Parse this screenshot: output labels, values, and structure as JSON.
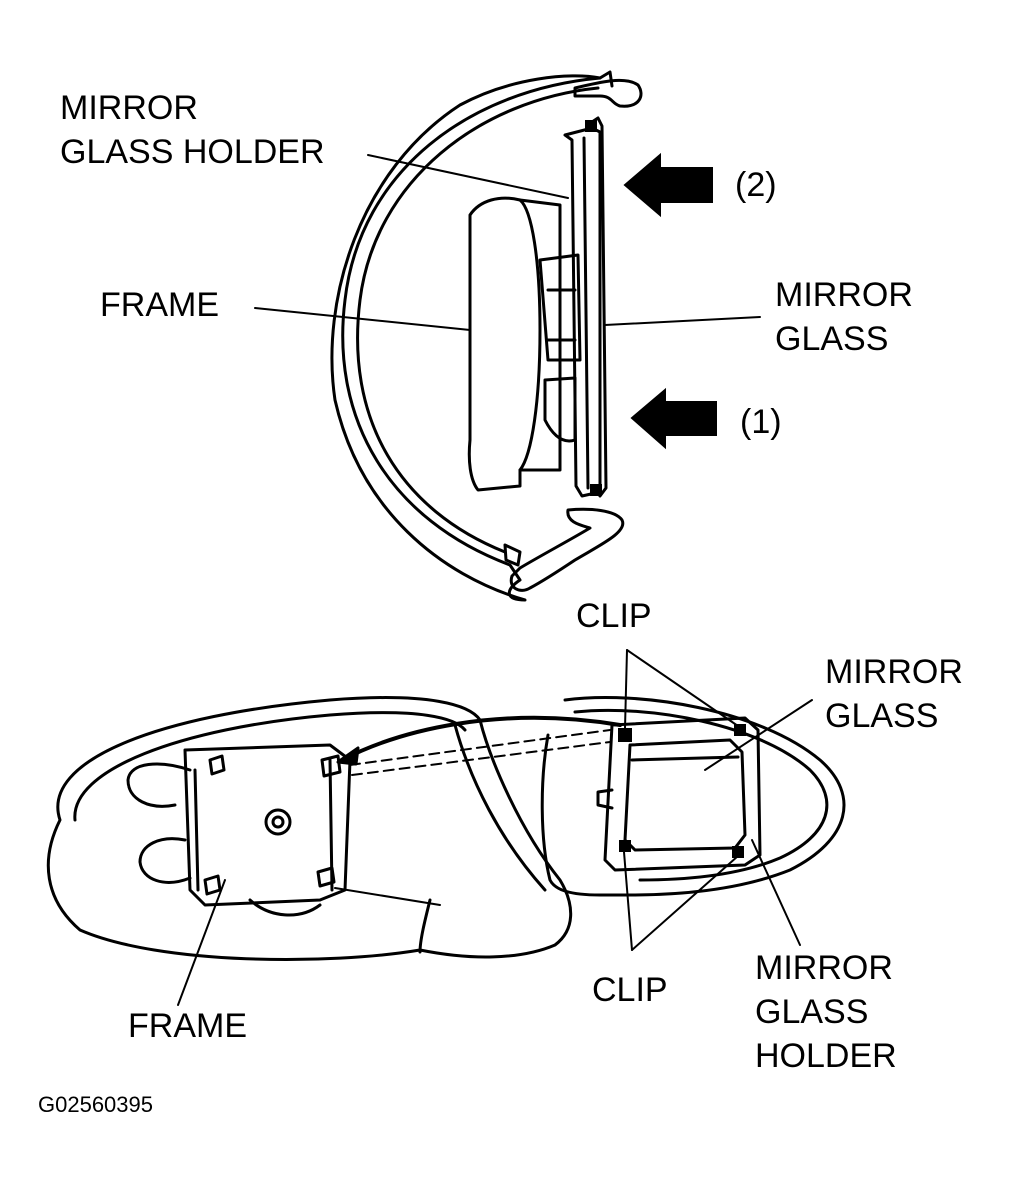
{
  "top_view": {
    "label_mirror_glass_holder": [
      "MIRROR",
      "GLASS HOLDER"
    ],
    "label_frame": "FRAME",
    "label_mirror_glass": [
      "MIRROR",
      "GLASS"
    ],
    "label_step_2": "(2)",
    "label_step_1": "(1)"
  },
  "bottom_view": {
    "label_clip_top": "CLIP",
    "label_mirror_glass": [
      "MIRROR",
      "GLASS"
    ],
    "label_clip_bottom": "CLIP",
    "label_mirror_glass_holder": [
      "MIRROR",
      "GLASS",
      "HOLDER"
    ],
    "label_frame": "FRAME"
  },
  "figure_id": "G02560395"
}
